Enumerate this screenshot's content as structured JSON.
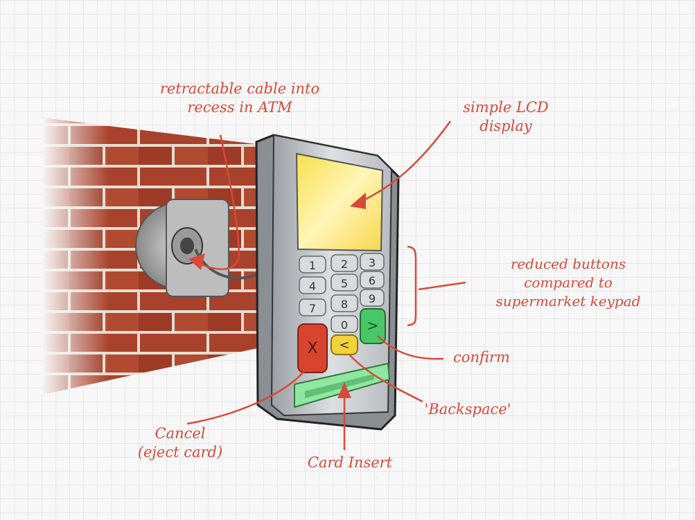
{
  "annotations": {
    "cable": [
      "retractable cable into",
      "recess in ATM"
    ],
    "display": [
      "simple LCD",
      "display"
    ],
    "buttons": [
      "reduced buttons",
      "compared to",
      "supermarket keypad"
    ],
    "confirm": "confirm",
    "backspace": "'Backspace'",
    "cancel": [
      "Cancel",
      "(eject card)"
    ],
    "card_insert": "Card Insert"
  },
  "keypad": {
    "rows": [
      [
        "1",
        "2",
        "3"
      ],
      [
        "4",
        "5",
        "6"
      ],
      [
        "7",
        "8",
        "9"
      ]
    ],
    "zero": "0",
    "cancel_key": "X",
    "backspace_key": "<",
    "confirm_key": ">"
  },
  "colors": {
    "annotation": "#d8493a",
    "cancel_key": "#d9442f",
    "backspace_key": "#f2d23a",
    "confirm_key": "#49c766",
    "display": "#f7e35a",
    "card_slot": "#8fe6a0",
    "brick": "#a8422c",
    "mortar": "#e6ddd0"
  }
}
